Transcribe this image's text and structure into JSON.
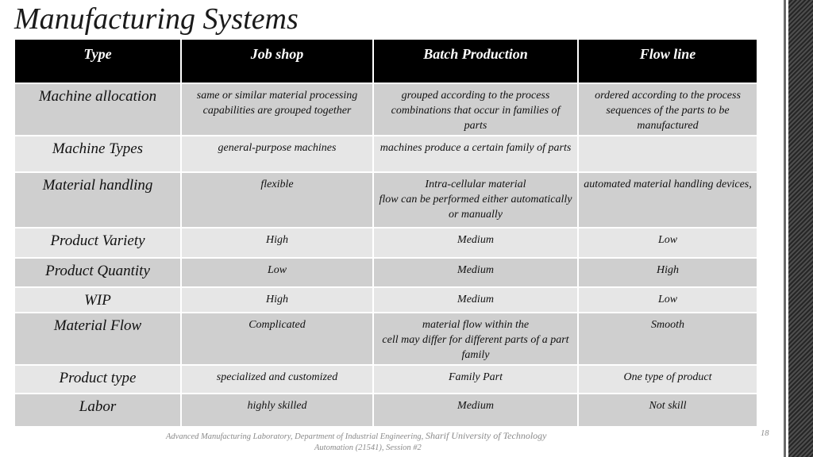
{
  "slide": {
    "title": "Manufacturing Systems",
    "page_number": "18"
  },
  "table": {
    "headers": [
      "Type",
      "Job shop",
      "Batch Production",
      "Flow line"
    ],
    "rows": [
      [
        "Machine allocation",
        "same or similar material processing capabilities are grouped together",
        "grouped according to the process combinations that occur in families of parts",
        "ordered according to the process sequences of the parts to be manufactured"
      ],
      [
        "Machine Types",
        "general-purpose machines",
        "machines produce a certain family of parts",
        ""
      ],
      [
        "Material handling",
        "flexible",
        "Intra-cellular material\nflow can be performed either automatically or manually",
        "automated material handling devices,"
      ],
      [
        "Product Variety",
        "High",
        "Medium",
        "Low"
      ],
      [
        "Product Quantity",
        "Low",
        "Medium",
        "High"
      ],
      [
        "WIP",
        "High",
        "Medium",
        "Low"
      ],
      [
        "Material Flow",
        "Complicated",
        "material flow within the\ncell may differ for different parts of a part family",
        "Smooth"
      ],
      [
        "Product type",
        "specialized and customized",
        "Family Part",
        "One type of product"
      ],
      [
        "Labor",
        "highly skilled",
        "Medium",
        "Not skill"
      ]
    ]
  },
  "footer": {
    "line1_part1": "Advanced Manufacturing Laboratory, Department of Industrial Engineering, ",
    "line1_part2": "Sharif University of Technology",
    "line2": "Automation (21541), Session #2"
  }
}
